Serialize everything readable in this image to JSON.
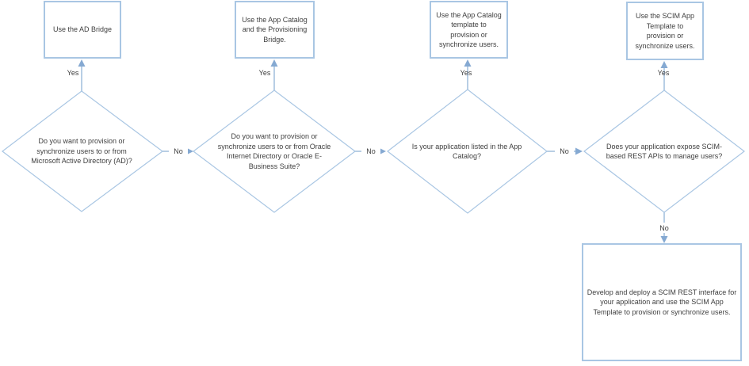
{
  "flowchart": {
    "type": "decision-flowchart",
    "colors": {
      "shape_stroke": "#a9c6e3",
      "edge_line": "#a0bddc",
      "arrowhead": "#85a9d2",
      "label_text": "#3f3f3f",
      "background": "#ffffff"
    },
    "decisions": [
      {
        "label": "Do you want to provision or\nsynchronize users to or from\nMicrosoft Active Directory (AD)?"
      },
      {
        "label": "Do you want to provision or\nsynchronize users to or from Oracle\nInternet Directory or Oracle E-\nBusiness Suite?"
      },
      {
        "label": "Is your application listed in the App\nCatalog?"
      },
      {
        "label": "Does your application expose SCIM-\nbased REST APIs to manage users?"
      }
    ],
    "results": [
      {
        "label": "Use the AD Bridge"
      },
      {
        "label": "Use the App Catalog\nand the Provisioning\nBridge."
      },
      {
        "label": "Use the App Catalog\ntemplate to\nprovision or\nsynchronize users."
      },
      {
        "label": "Use the SCIM App\nTemplate to\nprovision or\nsynchronize users."
      },
      {
        "label": "Develop and deploy a SCIM REST interface for\nyour application and use the SCIM App\nTemplate to provision or synchronize users."
      }
    ],
    "edges": [
      {
        "from": "decision-1",
        "to": "result-1",
        "label": "Yes"
      },
      {
        "from": "decision-1",
        "to": "decision-2",
        "label": "No"
      },
      {
        "from": "decision-2",
        "to": "result-2",
        "label": "Yes"
      },
      {
        "from": "decision-2",
        "to": "decision-3",
        "label": "No"
      },
      {
        "from": "decision-3",
        "to": "result-3",
        "label": "Yes"
      },
      {
        "from": "decision-3",
        "to": "decision-4",
        "label": "No"
      },
      {
        "from": "decision-4",
        "to": "result-4",
        "label": "Yes"
      },
      {
        "from": "decision-4",
        "to": "result-5",
        "label": "No"
      }
    ]
  }
}
